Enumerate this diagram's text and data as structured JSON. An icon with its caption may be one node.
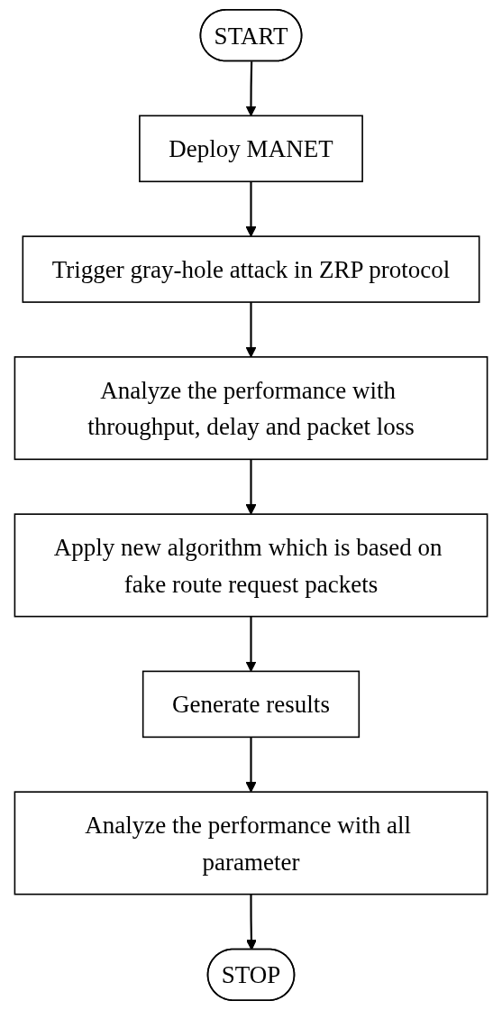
{
  "diagram": {
    "nodes": [
      {
        "text": [
          "START"
        ]
      },
      {
        "text": [
          "Deploy MANET"
        ]
      },
      {
        "text": [
          "Trigger gray-hole attack in ZRP protocol"
        ]
      },
      {
        "text": [
          "Analyze the performance with throughput, delay and packet loss"
        ]
      },
      {
        "text": [
          "Apply new algorithm which is based on fake route request packets"
        ]
      },
      {
        "text": [
          "Generate results"
        ]
      },
      {
        "text": [
          "Analyze the performance with all parameter"
        ]
      },
      {
        "text": [
          "STOP"
        ]
      }
    ],
    "edges": [
      {
        "from": 0,
        "to": 1,
        "arrow": "to"
      },
      {
        "from": 1,
        "to": 2,
        "arrow": "to"
      },
      {
        "from": 2,
        "to": 3,
        "arrow": "to"
      },
      {
        "from": 3,
        "to": 4,
        "arrow": "to"
      },
      {
        "from": 4,
        "to": 5,
        "arrow": "to"
      },
      {
        "from": 5,
        "to": 6,
        "arrow": "to"
      },
      {
        "from": 6,
        "to": 7,
        "arrow": "to"
      }
    ]
  }
}
